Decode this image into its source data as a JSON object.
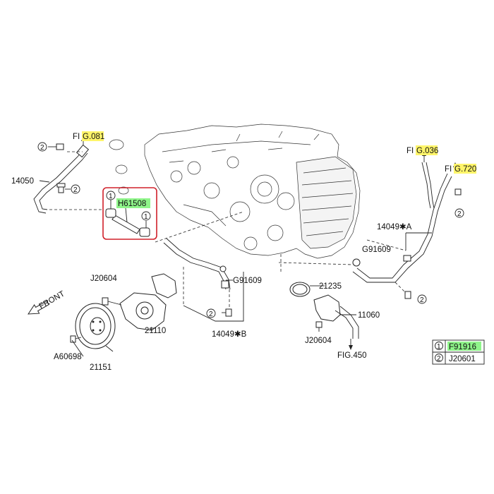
{
  "colors": {
    "fig_highlight": "#fff56a",
    "part_highlight": "#8ff58a",
    "selection_box": "#d0202a",
    "line": "#222222"
  },
  "labels": {
    "fig_081_prefix": "FI",
    "fig_081_hl": "G.081",
    "fig_036_prefix": "FI",
    "fig_036_hl": "G.036",
    "fig_720_prefix": "FI",
    "fig_720_hl": "G.720",
    "fig_450": "FIG.450",
    "p14050": "14050",
    "h61508": "H61508",
    "p14049a": "14049✱A",
    "g91609_right": "G91609",
    "g91609_mid": "G91609",
    "j20604_left": "J20604",
    "p21110": "21110",
    "p14049b": "14049✱B",
    "p21235": "21235",
    "p11060": "11060",
    "j20604_right": "J20604",
    "a60698": "A60698",
    "p21151": "21151",
    "front": "FRONT"
  },
  "callouts": {
    "one": "1",
    "two": "2"
  },
  "legend": {
    "rows": [
      {
        "mark": "1",
        "part": "F91916"
      },
      {
        "mark": "2",
        "part": "J20601"
      }
    ]
  }
}
